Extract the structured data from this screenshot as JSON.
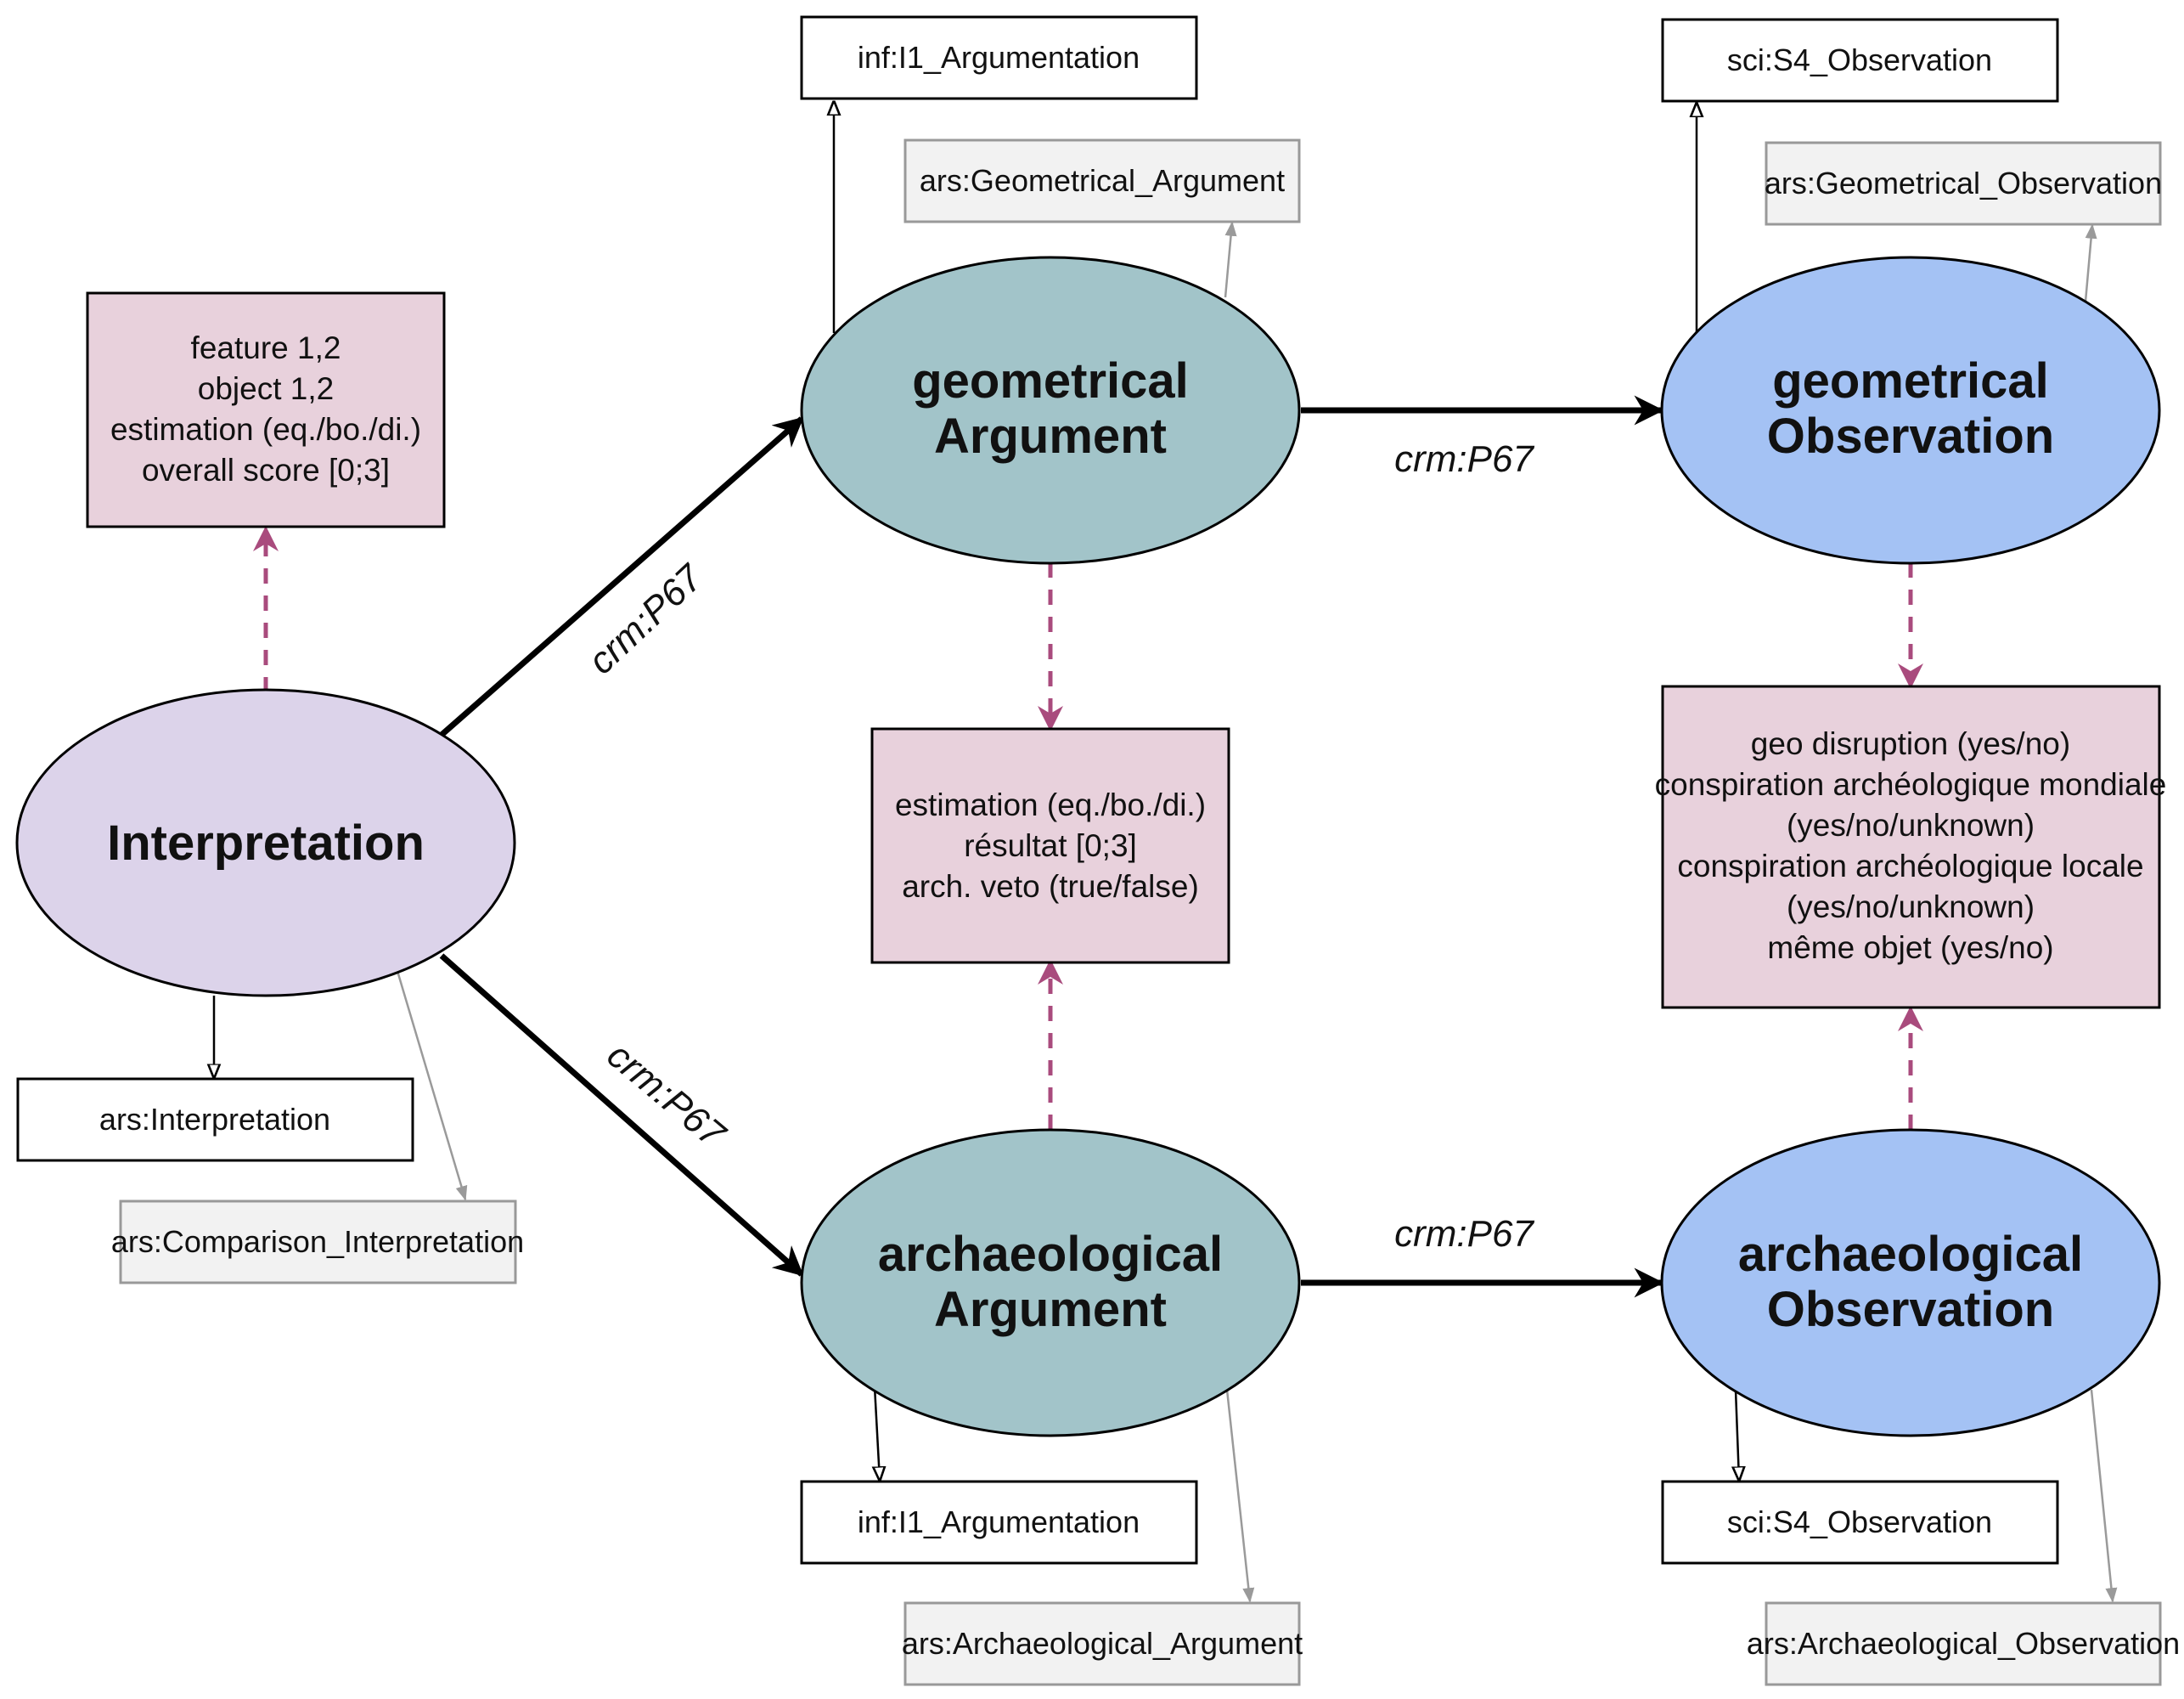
{
  "colors": {
    "interpretation_fill": "#dcd3ea",
    "argument_fill": "#a2c4c9",
    "observation_fill": "#a4c2f4",
    "attribute_box_fill": "#e8d1dc",
    "dashed_arrow": "#a94b7d",
    "grey_box_fill": "#f2f2f2"
  },
  "nodes": {
    "interpretation": "Interpretation",
    "geo_argument": [
      "geometrical",
      "Argument"
    ],
    "geo_observation": [
      "geometrical",
      "Observation"
    ],
    "arch_argument": [
      "archaeological",
      "Argument"
    ],
    "arch_observation": [
      "archaeological",
      "Observation"
    ]
  },
  "type_boxes": {
    "geo_arg_class": "inf:I1_Argumentation",
    "geo_arg_subclass": "ars:Geometrical_Argument",
    "geo_obs_class": "sci:S4_Observation",
    "geo_obs_subclass": "ars:Geometrical_Observation",
    "interp_class": "ars:Interpretation",
    "interp_subclass": "ars:Comparison_Interpretation",
    "arch_arg_class": "inf:I1_Argumentation",
    "arch_arg_subclass": "ars:Archaeological_Argument",
    "arch_obs_class": "sci:S4_Observation",
    "arch_obs_subclass": "ars:Archaeological_Observation"
  },
  "attribute_boxes": {
    "interpretation": [
      "feature 1,2",
      "object 1,2",
      "estimation (eq./bo./di.)",
      "overall score [0;3]"
    ],
    "argument": [
      "estimation (eq./bo./di.)",
      "résultat [0;3]",
      "arch. veto (true/false)"
    ],
    "observation": [
      "geo disruption (yes/no)",
      "conspiration archéologique mondiale",
      "(yes/no/unknown)",
      "conspiration archéologique locale",
      "(yes/no/unknown)",
      "même objet (yes/no)"
    ]
  },
  "edges": {
    "interp_to_geo_arg": "crm:P67",
    "interp_to_arch_arg": "crm:P67",
    "geo_arg_to_geo_obs": "crm:P67",
    "arch_arg_to_arch_obs": "crm:P67"
  }
}
